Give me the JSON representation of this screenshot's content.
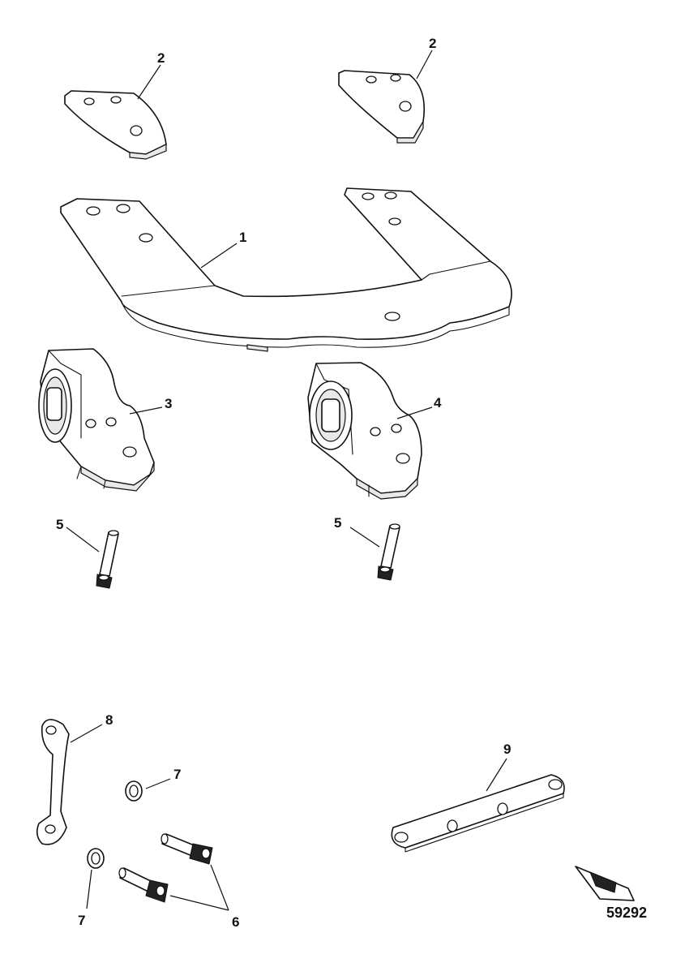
{
  "callouts": {
    "c1": "1",
    "c2a": "2",
    "c2b": "2",
    "c3": "3",
    "c4": "4",
    "c5a": "5",
    "c5b": "5",
    "c6": "6",
    "c7a": "7",
    "c7b": "7",
    "c8": "8",
    "c9": "9"
  },
  "figure_id": "59292"
}
